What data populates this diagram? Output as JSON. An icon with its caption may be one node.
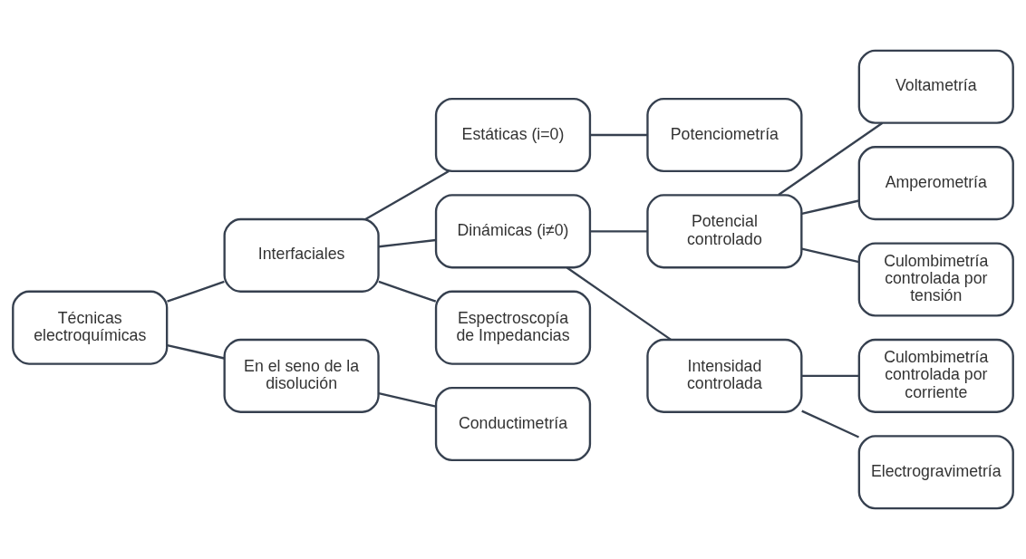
{
  "diagram": {
    "nodes": [
      {
        "text": [
          "Técnicas electroquímicas"
        ]
      },
      {
        "text": [
          "Interfaciales"
        ]
      },
      {
        "text": [
          "En el seno de la disolución"
        ]
      },
      {
        "text": [
          "Estáticas (i=0)"
        ]
      },
      {
        "text": [
          "Dinámicas (i≠0)"
        ]
      },
      {
        "text": [
          "Espectroscopía de Impedancias"
        ]
      },
      {
        "text": [
          "Conductimetría"
        ]
      },
      {
        "text": [
          "Potenciometría"
        ]
      },
      {
        "text": [
          "Potencial controlado"
        ]
      },
      {
        "text": [
          "Intensidad controlada"
        ]
      },
      {
        "text": [
          "Voltametría"
        ]
      },
      {
        "text": [
          "Amperometría"
        ]
      },
      {
        "text": [
          "Culombimetría controlada por tensión"
        ]
      },
      {
        "text": [
          "Culombimetría controlada por corriente"
        ]
      },
      {
        "text": [
          "Electrogravimetría"
        ]
      }
    ],
    "edges": [
      {
        "from": 0,
        "to": 1,
        "arrow": "none"
      },
      {
        "from": 0,
        "to": 2,
        "arrow": "none"
      },
      {
        "from": 1,
        "to": 3,
        "arrow": "none"
      },
      {
        "from": 1,
        "to": 4,
        "arrow": "none"
      },
      {
        "from": 1,
        "to": 5,
        "arrow": "none"
      },
      {
        "from": 2,
        "to": 6,
        "arrow": "none"
      },
      {
        "from": 3,
        "to": 7,
        "arrow": "none"
      },
      {
        "from": 4,
        "to": 8,
        "arrow": "none"
      },
      {
        "from": 4,
        "to": 9,
        "arrow": "none"
      },
      {
        "from": 8,
        "to": 10,
        "arrow": "none"
      },
      {
        "from": 8,
        "to": 11,
        "arrow": "none"
      },
      {
        "from": 8,
        "to": 12,
        "arrow": "none"
      },
      {
        "from": 9,
        "to": 13,
        "arrow": "none"
      },
      {
        "from": 9,
        "to": 14,
        "arrow": "none"
      }
    ]
  }
}
